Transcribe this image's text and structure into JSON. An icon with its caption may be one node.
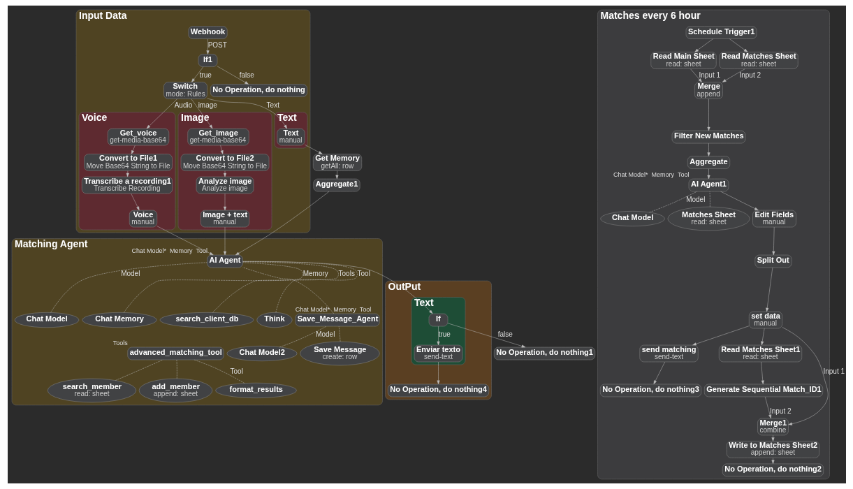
{
  "diagram": {
    "nodes": [
      {
        "text": [
          "Input Data"
        ]
      },
      {
        "text": [
          "Text"
        ],
        "in": 0
      },
      {
        "text": [
          "Voice"
        ],
        "in": 0
      },
      {
        "text": [
          "Image"
        ],
        "in": 0
      },
      {
        "text": [
          "Webhook"
        ],
        "in": 0
      },
      {
        "text": [
          "If1"
        ],
        "in": 0
      },
      {
        "text": [
          "Switch",
          "mode: Rules"
        ],
        "in": 0
      },
      {
        "text": [
          "No Operation, do nothing"
        ],
        "in": 0
      },
      {
        "text": [
          "Text",
          "manual"
        ],
        "in": 1
      },
      {
        "text": [
          "Get_voice",
          "get-media-base64"
        ],
        "in": 2
      },
      {
        "text": [
          "Convert to File1",
          "Move Base64 String to File"
        ],
        "in": 2
      },
      {
        "text": [
          "Transcribe a recording1",
          "Transcribe Recording"
        ],
        "in": 2
      },
      {
        "text": [
          "Voice",
          "manual"
        ],
        "in": 2
      },
      {
        "text": [
          "Get_image",
          "get-media-base64"
        ],
        "in": 3
      },
      {
        "text": [
          "Convert to File2",
          "Move Base64 String to File"
        ],
        "in": 3
      },
      {
        "text": [
          "Analyze image",
          "Analyze image"
        ],
        "in": 3
      },
      {
        "text": [
          "Image + text",
          "manual"
        ],
        "in": 3
      },
      {
        "text": [
          "Get Memory",
          "getAll: row"
        ]
      },
      {
        "text": [
          "Aggregate1"
        ]
      },
      {
        "text": [
          "Matching Agent"
        ]
      },
      {
        "text": [
          "AI Agent"
        ],
        "in": 19,
        "beside": [
          "Chat Model*",
          "Memory",
          "Tool"
        ]
      },
      {
        "text": [
          "Chat Model"
        ],
        "in": 19
      },
      {
        "text": [
          "Chat Memory"
        ],
        "in": 19
      },
      {
        "text": [
          "search_client_db"
        ],
        "in": 19
      },
      {
        "text": [
          "Think"
        ],
        "in": 19
      },
      {
        "text": [
          "Save_Message_Agent"
        ],
        "in": 19,
        "beside": [
          "Chat Model*",
          "Memory",
          "Tool"
        ]
      },
      {
        "text": [
          "Chat Model2"
        ],
        "in": 19
      },
      {
        "text": [
          "Save Message",
          "create: row"
        ],
        "in": 19
      },
      {
        "text": [
          "advanced_matching_tool"
        ],
        "in": 19,
        "beside": [
          "Tools"
        ]
      },
      {
        "text": [
          "search_member",
          "read: sheet"
        ],
        "in": 19
      },
      {
        "text": [
          "add_member",
          "append: sheet"
        ],
        "in": 19
      },
      {
        "text": [
          "format_results"
        ],
        "in": 19
      },
      {
        "text": [
          "OutPut"
        ]
      },
      {
        "text": [
          "Text"
        ],
        "in": 32
      },
      {
        "text": [
          "If"
        ],
        "in": 33
      },
      {
        "text": [
          "Enviar texto",
          "send-text"
        ],
        "in": 33
      },
      {
        "text": [
          "No Operation, do nothing4"
        ],
        "in": 32
      },
      {
        "text": [
          "No Operation, do nothing1"
        ]
      },
      {
        "text": [
          "Matches every 6 hour"
        ]
      },
      {
        "text": [
          "Schedule Trigger1"
        ],
        "in": 38
      },
      {
        "text": [
          "Read Main Sheet",
          "read: sheet"
        ],
        "in": 38
      },
      {
        "text": [
          "Read Matches Sheet",
          "read: sheet"
        ],
        "in": 38
      },
      {
        "text": [
          "Merge",
          "append"
        ],
        "in": 38
      },
      {
        "text": [
          "Filter New Matches"
        ],
        "in": 38
      },
      {
        "text": [
          "Aggregate"
        ],
        "in": 38
      },
      {
        "text": [
          "AI Agent1"
        ],
        "in": 38,
        "beside": [
          "Chat Model*",
          "Memory",
          "Tool"
        ]
      },
      {
        "text": [
          "Chat Model"
        ],
        "in": 38
      },
      {
        "text": [
          "Matches Sheet",
          "read: sheet"
        ],
        "in": 38
      },
      {
        "text": [
          "Edit Fields",
          "manual"
        ],
        "in": 38
      },
      {
        "text": [
          "Split Out"
        ],
        "in": 38
      },
      {
        "text": [
          "set data",
          "manual"
        ],
        "in": 38
      },
      {
        "text": [
          "send matching",
          "send-text"
        ],
        "in": 38
      },
      {
        "text": [
          "No Operation, do nothing3"
        ],
        "in": 38
      },
      {
        "text": [
          "Read Matches Sheet1",
          "read: sheet"
        ],
        "in": 38
      },
      {
        "text": [
          "Generate Sequential Match_ID1"
        ],
        "in": 38
      },
      {
        "text": [
          "Merge1",
          "combine"
        ],
        "in": 38
      },
      {
        "text": [
          "Write to Matches Sheet2",
          "append: sheet"
        ],
        "in": 38
      },
      {
        "text": [
          "No Operation, do nothing2"
        ],
        "in": 38
      }
    ],
    "edges": [
      {
        "from": 4,
        "to": 5,
        "arrow": "to",
        "label": "POST"
      },
      {
        "from": 5,
        "to": 6,
        "arrow": "to",
        "label": "true"
      },
      {
        "from": 5,
        "to": 7,
        "arrow": "to",
        "label": "false"
      },
      {
        "from": 6,
        "to": 8,
        "arrow": "to",
        "label": "Text"
      },
      {
        "from": 6,
        "to": 9,
        "arrow": "to",
        "label": "Audio"
      },
      {
        "from": 6,
        "to": 13,
        "arrow": "to",
        "label": "image"
      },
      {
        "from": 9,
        "to": 10,
        "arrow": "to"
      },
      {
        "from": 10,
        "to": 11,
        "arrow": "to"
      },
      {
        "from": 11,
        "to": 12,
        "arrow": "to"
      },
      {
        "from": 13,
        "to": 14,
        "arrow": "to"
      },
      {
        "from": 14,
        "to": 15,
        "arrow": "to"
      },
      {
        "from": 15,
        "to": 16,
        "arrow": "to"
      },
      {
        "from": 8,
        "to": 17,
        "arrow": "to"
      },
      {
        "from": 17,
        "to": 18,
        "arrow": "to"
      },
      {
        "from": 18,
        "to": 20,
        "arrow": "to"
      },
      {
        "from": 12,
        "to": 20,
        "arrow": "to"
      },
      {
        "from": 16,
        "to": 20,
        "arrow": "to"
      },
      {
        "from": 20,
        "to": 34,
        "arrow": "to"
      },
      {
        "from": 34,
        "to": 35,
        "arrow": "to",
        "label": "true"
      },
      {
        "from": 34,
        "to": 37,
        "arrow": "to",
        "label": "false"
      },
      {
        "from": 35,
        "to": 36,
        "arrow": "to"
      },
      {
        "from": 21,
        "to": 20,
        "arrow": "none",
        "style": "dashed",
        "label": "Model"
      },
      {
        "from": 22,
        "to": 20,
        "arrow": "none",
        "style": "dashed",
        "label": "Memory"
      },
      {
        "from": 23,
        "to": 20,
        "arrow": "none",
        "style": "dashed",
        "label": "Tools"
      },
      {
        "from": 24,
        "to": 20,
        "arrow": "none",
        "style": "dashed",
        "label": "Tool"
      },
      {
        "from": 25,
        "to": 20,
        "arrow": "none",
        "style": "dashed"
      },
      {
        "from": 26,
        "to": 25,
        "arrow": "none",
        "style": "dashed",
        "label": "Model"
      },
      {
        "from": 27,
        "to": 25,
        "arrow": "none",
        "style": "dashed"
      },
      {
        "from": 29,
        "to": 28,
        "arrow": "none",
        "style": "dashed"
      },
      {
        "from": 30,
        "to": 28,
        "arrow": "none",
        "style": "dashed"
      },
      {
        "from": 31,
        "to": 28,
        "arrow": "none",
        "style": "dashed",
        "label": "Tool"
      },
      {
        "from": 39,
        "to": 40,
        "arrow": "to"
      },
      {
        "from": 39,
        "to": 41,
        "arrow": "to"
      },
      {
        "from": 40,
        "to": 42,
        "arrow": "to",
        "label": "Input 1"
      },
      {
        "from": 41,
        "to": 42,
        "arrow": "to",
        "label": "Input 2"
      },
      {
        "from": 42,
        "to": 43,
        "arrow": "to"
      },
      {
        "from": 43,
        "to": 44,
        "arrow": "to"
      },
      {
        "from": 44,
        "to": 45,
        "arrow": "to"
      },
      {
        "from": 46,
        "to": 45,
        "arrow": "none",
        "style": "dashed",
        "label": "Model"
      },
      {
        "from": 47,
        "to": 45,
        "arrow": "none",
        "style": "dashed"
      },
      {
        "from": 45,
        "to": 48,
        "arrow": "to"
      },
      {
        "from": 48,
        "to": 49,
        "arrow": "to"
      },
      {
        "from": 49,
        "to": 50,
        "arrow": "to"
      },
      {
        "from": 50,
        "to": 51,
        "arrow": "to"
      },
      {
        "from": 50,
        "to": 55,
        "arrow": "to",
        "label": "Input 1"
      },
      {
        "from": 50,
        "to": 53,
        "arrow": "to"
      },
      {
        "from": 51,
        "to": 52,
        "arrow": "to"
      },
      {
        "from": 53,
        "to": 54,
        "arrow": "to"
      },
      {
        "from": 54,
        "to": 55,
        "arrow": "to",
        "label": "Input 2"
      },
      {
        "from": 55,
        "to": 56,
        "arrow": "to"
      },
      {
        "from": 56,
        "to": 57,
        "arrow": "to"
      }
    ]
  }
}
